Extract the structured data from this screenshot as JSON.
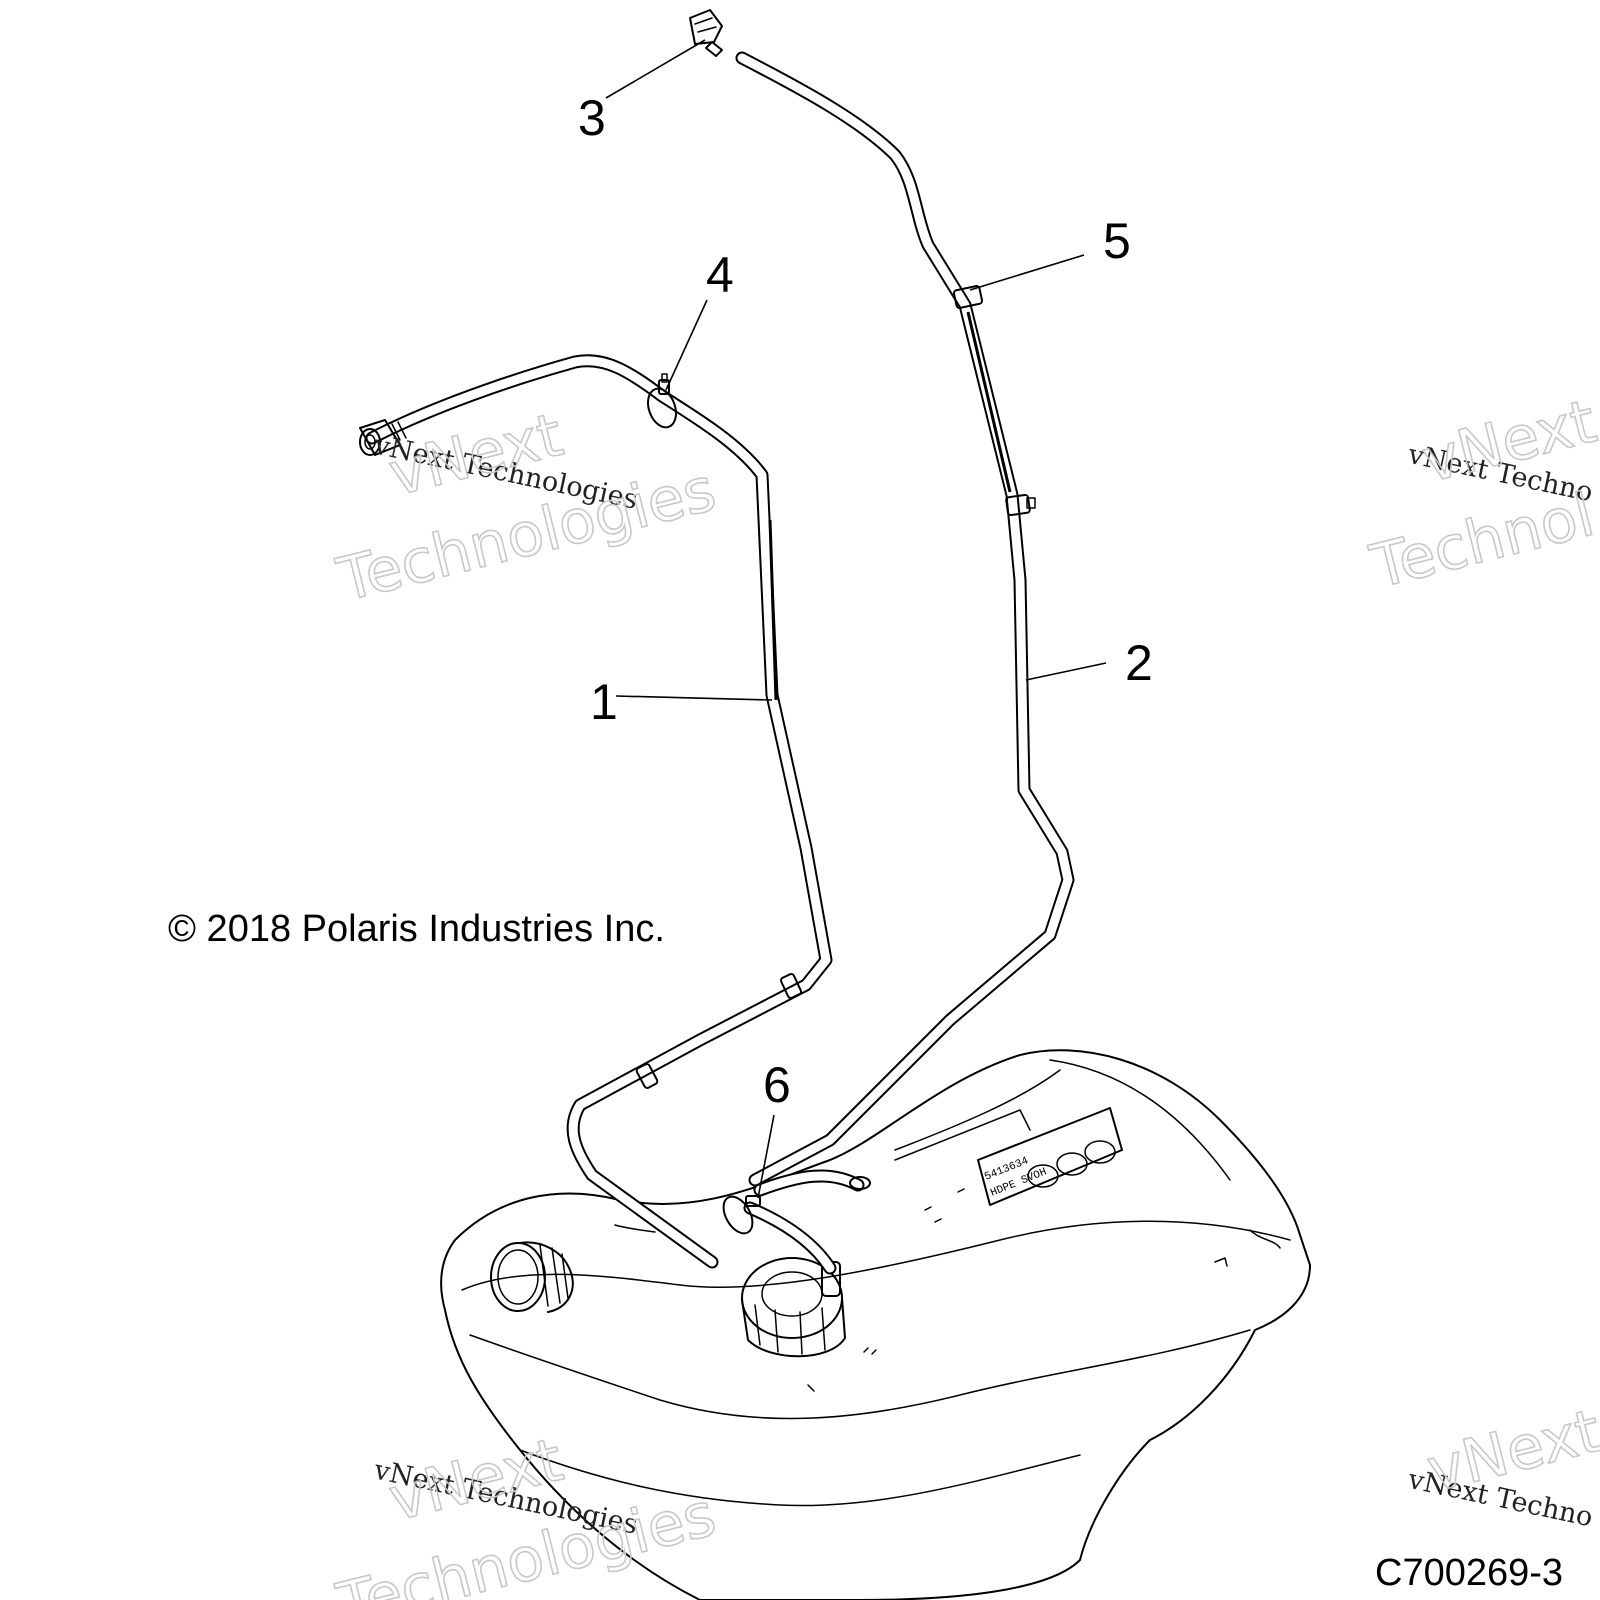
{
  "callouts": {
    "c1": "1",
    "c2": "2",
    "c3": "3",
    "c4": "4",
    "c5": "5",
    "c6": "6"
  },
  "copyright": "© 2018 Polaris Industries Inc.",
  "figure_id": "C700269-3",
  "watermark": {
    "line_small": "vNext Technologies",
    "word_top": "vNext",
    "word_bottom": "Technologies",
    "partial_small": "vNext Techno",
    "partial_top": "vNext",
    "partial_bottom": "Technol"
  },
  "tank_label": {
    "line1": "5413634",
    "line2": "HDPE  SVOH"
  }
}
